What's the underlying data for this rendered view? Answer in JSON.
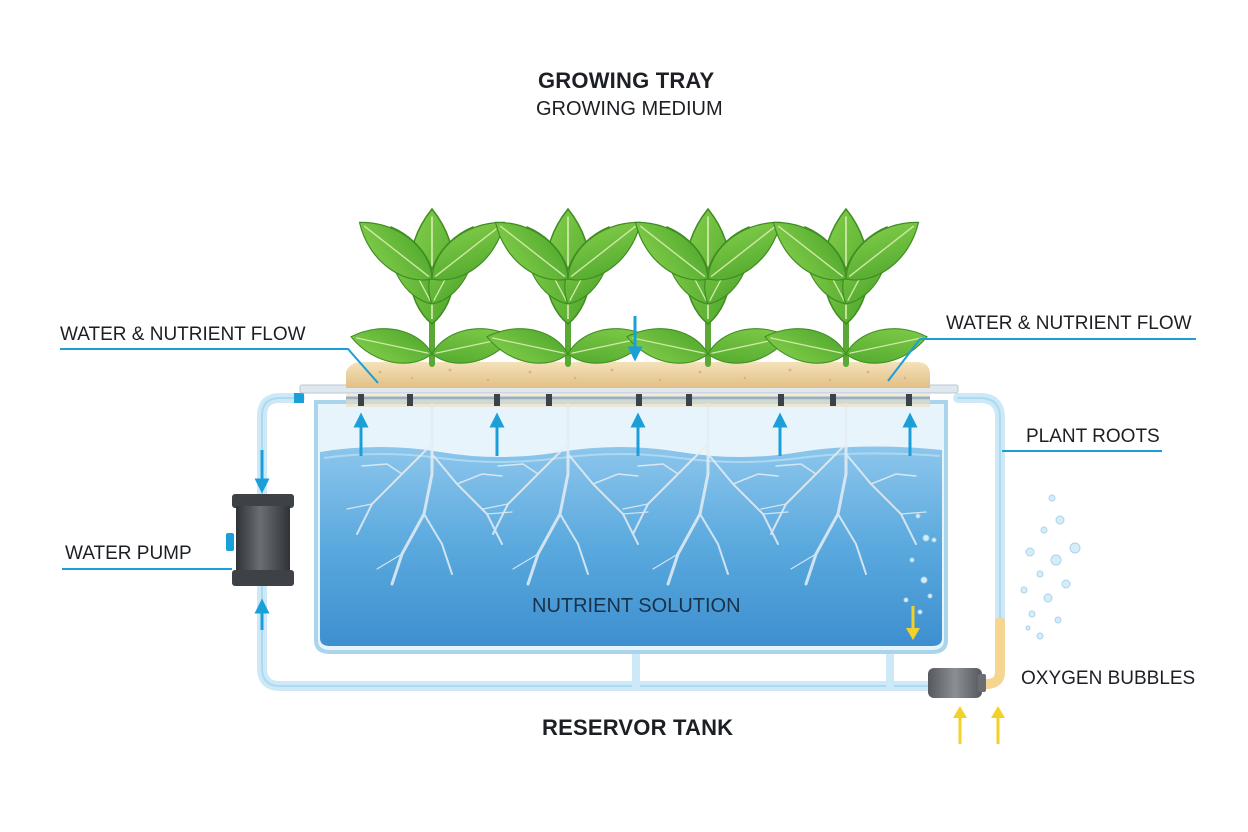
{
  "diagram": {
    "title": "GROWING TRAY",
    "subtitle": "GROWING MEDIUM",
    "labels": {
      "flow_left": "WATER & NUTRIENT FLOW",
      "flow_right": "WATER & NUTRIENT FLOW",
      "plant_roots": "PLANT ROOTS",
      "water_pump": "WATER PUMP",
      "nutrient_solution": "NUTRIENT SOLUTION",
      "oxygen_bubbles": "OXYGEN BUBBLES",
      "reservoir_tank": "RESERVOR TANK"
    },
    "plant_count": 4,
    "colors": {
      "water": "#4a9ed8",
      "water_light": "#8cc6ec",
      "tank_outline": "#a9d4ec",
      "pipe": "#bfe3f5",
      "arrow": "#1a9fd8",
      "oxygen_arrow": "#f2d22a",
      "leaf": "#6cbd3a",
      "leaf_dark": "#3f8d22",
      "medium": "#ecd19f",
      "root": "#e6eef4",
      "pump": "#4a4d52",
      "leader_line": "#1a9fd8"
    }
  }
}
